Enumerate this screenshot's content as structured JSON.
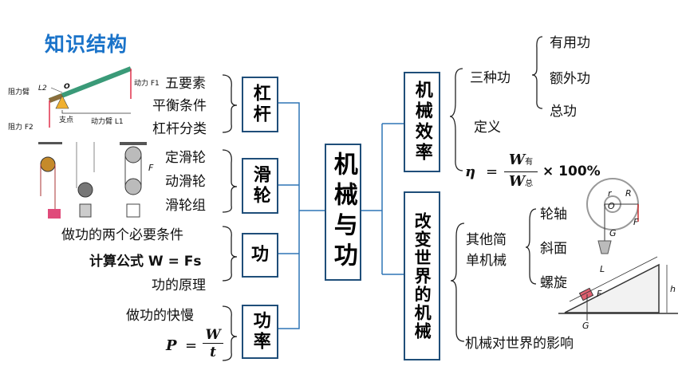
{
  "title": "知识结构",
  "center": "机械与功",
  "left": {
    "lever": {
      "label": "杠杆",
      "items": [
        "五要素",
        "平衡条件",
        "杠杆分类"
      ]
    },
    "pulley": {
      "label": "滑轮",
      "items": [
        "定滑轮",
        "动滑轮",
        "滑轮组"
      ]
    },
    "work": {
      "label": "功",
      "items": [
        "做功的两个必要条件",
        "计算公式 W = Fs",
        "功的原理"
      ]
    },
    "power": {
      "label": "功率",
      "items": [
        "做功的快慢"
      ],
      "formula": {
        "lhs": "P",
        "eq": "=",
        "num": "W",
        "den": "t"
      }
    }
  },
  "right": {
    "efficiency": {
      "label": "机械效率",
      "three_work": "三种功",
      "work_types": [
        "有用功",
        "额外功",
        "总功"
      ],
      "definition": "定义",
      "formula": {
        "lhs": "η",
        "eq": "=",
        "num": "W",
        "num_sub": "有",
        "den": "W",
        "den_sub": "总",
        "times": "× 100%"
      }
    },
    "change": {
      "label": "改变世界的机械",
      "other": "其他简单机械",
      "machines": [
        "轮轴",
        "斜面",
        "螺旋"
      ],
      "impact": "机械对世界的影响"
    }
  },
  "illustrations": {
    "lever": {
      "resist_arm": "阻力臂",
      "L2": "L2",
      "O": "O",
      "fulcrum": "支点",
      "force_F1": "动力 F1",
      "force_arm": "动力臂 L1",
      "resist_F2": "阻力 F2"
    },
    "pulley": {
      "F": "F"
    },
    "wheel_axle": {
      "r": "r",
      "R": "R",
      "O": "O",
      "F": "F",
      "G": "G"
    },
    "incline": {
      "L": "L",
      "h": "h",
      "F": "F",
      "G": "G"
    }
  },
  "colors": {
    "title": "#1a73c9",
    "box_border": "#1f4e79",
    "connector": "#2e75b6",
    "lever_bar": "#3a9a78"
  }
}
